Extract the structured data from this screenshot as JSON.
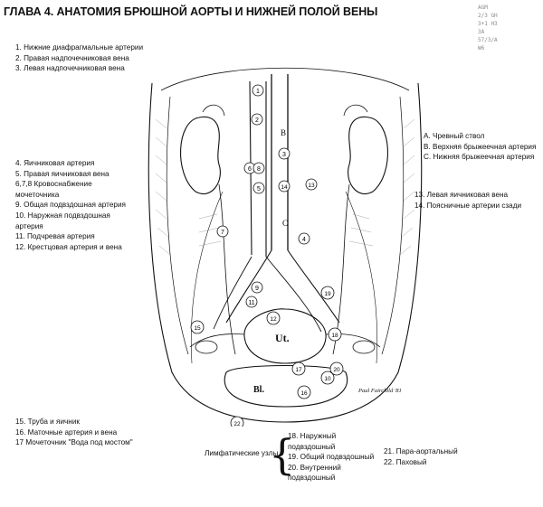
{
  "title": "ГЛАВА 4. АНАТОМИЯ БРЮШНОЙ АОРТЫ И НИЖНЕЙ ПОЛОЙ ВЕНЫ",
  "legend_top_left": [
    "1. Нижние диафрагмальные артерии",
    "2. Правая надпочечниковая вена",
    "3. Левая надпочечниковая вена"
  ],
  "legend_mid_left": [
    "4. Яичниковая артерия",
    "5. Правая яичниковая вена",
    "6,7,8 Кровоснабжение мочеточника",
    "9. Общая подвздошная артерия",
    "10. Наружная подвздошная артерия",
    "11. Подчревая артерия",
    "12. Крестцовая артерия и вена"
  ],
  "legend_right_letters": [
    "А. Чревный ствол",
    "В. Верхняя брыжеечная артерия",
    "С. Нижняя брыжеечная артерия"
  ],
  "legend_right_numbers": [
    "13. Левая яичниковая вена",
    "14. Поясничные артерии сзади"
  ],
  "legend_bottom_left": [
    "15. Труба и яичник",
    "16. Маточные артерия и вена",
    "17 Мочеточник \"Вода под мостом\""
  ],
  "lymph_title": "Лимфатические узлы",
  "lymph_list": [
    "18. Наружный подвздошный",
    "19. Общий подвздошный",
    "20. Внутренний подвздошный"
  ],
  "lymph_list_right": [
    "21. Пара-аортальный",
    "22. Паховый"
  ],
  "drawing_labels": {
    "uterus": "Ut.",
    "bladder": "Bl.",
    "signature": "Paul Fairchild '81",
    "letter_b": "B",
    "letter_c": "C"
  },
  "drawing_markers": [
    "1",
    "2",
    "3",
    "4",
    "5",
    "6",
    "7",
    "8",
    "9",
    "10",
    "11",
    "12",
    "13",
    "14",
    "15",
    "16",
    "17",
    "18",
    "19",
    "20",
    "22"
  ],
  "corner_note": [
    "AGM",
    "2/3 GH",
    "3+1 H3",
    "3A",
    "57/3/A",
    "W6"
  ],
  "colors": {
    "ink": "#111111",
    "paper": "#ffffff",
    "shade": "#8f8f8f"
  }
}
